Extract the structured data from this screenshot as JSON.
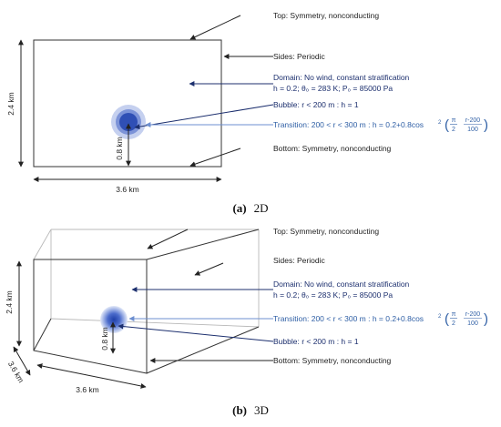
{
  "panel_2d": {
    "top": "Top: Symmetry, nonconducting",
    "sides": "Sides: Periodic",
    "domain_1": "Domain: No wind, constant stratification",
    "domain_2": "h = 0.2;  θ₀ = 283 K; P₀ = 85000 Pa",
    "bubble": "Bubble: r < 200 m : h = 1",
    "transition_pre": "Transition: 200 < r < 300 m : h = 0.2+0.8cos",
    "transition_exp": "2",
    "frac1_num": "π",
    "frac1_den": "2",
    "frac2_num": "r-200",
    "frac2_den": "100",
    "bottom": "Bottom: Symmetry, nonconducting",
    "height": "2.4 km",
    "width": "3.6 km",
    "elev": "0.8 km",
    "caption_letter": "(a)",
    "caption_text": "2D"
  },
  "panel_3d": {
    "top": "Top: Symmetry, nonconducting",
    "sides": "Sides: Periodic",
    "domain_1": "Domain: No wind, constant stratification",
    "domain_2": "h = 0.2;  θ₀ = 283 K; P₀ = 85000 Pa",
    "transition_pre": "Transition: 200 < r < 300 m : h = 0.2+0.8cos",
    "transition_exp": "2",
    "frac1_num": "π",
    "frac1_den": "2",
    "frac2_num": "r-200",
    "frac2_den": "100",
    "bubble": "Bubble: r < 200 m : h = 1",
    "bottom": "Bottom: Symmetry, nonconducting",
    "height": "2.4 km",
    "width": "3.6 km",
    "depth": "3.6 km",
    "elev": "0.8 km",
    "caption_letter": "(b)",
    "caption_text": "3D"
  },
  "colors": {
    "line": "#333333",
    "navy": "#1c2f6e",
    "blue": "#2f5fa5",
    "bubble_core": "#2f4fb5",
    "bubble_mid": "#7c93d8",
    "bubble_outer": "#c5d0ef"
  }
}
